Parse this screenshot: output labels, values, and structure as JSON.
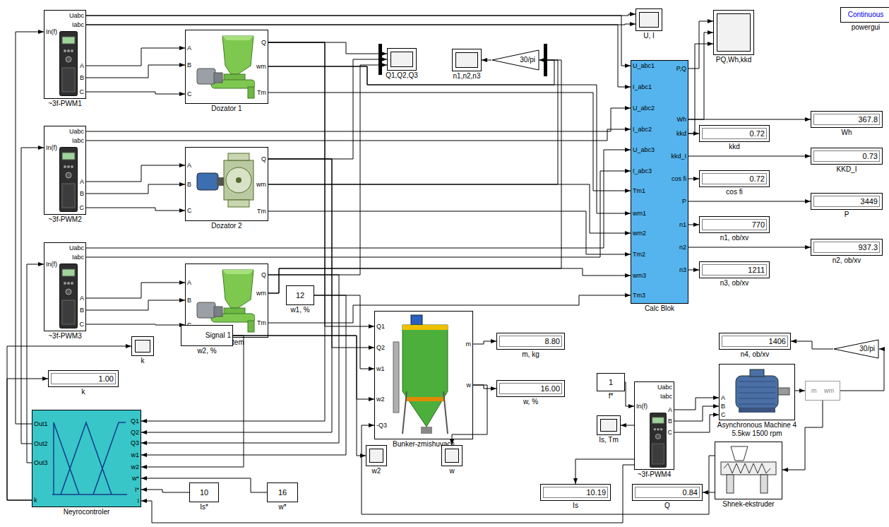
{
  "diagram": {
    "nodes": [
      {
        "text": [
          "Uabc",
          "Iabc",
          "In(f)",
          "A",
          "B",
          "C",
          "~3f-PWM1"
        ]
      },
      {
        "text": [
          "A",
          "B",
          "C",
          "Q",
          "wm",
          "Tm",
          "Dozator 1"
        ]
      },
      {
        "text": [
          "Uabc",
          "Iabc",
          "In(f)",
          "A",
          "B",
          "C",
          "~3f-PWM2"
        ]
      },
      {
        "text": [
          "A",
          "B",
          "C",
          "Q",
          "wm",
          "Tm",
          "Dozator 2"
        ]
      },
      {
        "text": [
          "Uabc",
          "Iabc",
          "In(f)",
          "A",
          "B",
          "C",
          "~3f-PWM3"
        ]
      },
      {
        "text": [
          "A",
          "B",
          "C",
          "Q",
          "wm",
          "Tm",
          "Subsystem"
        ]
      },
      {
        "text": [
          "U, I"
        ]
      },
      {
        "text": [
          "Continuous",
          "powergui"
        ]
      },
      {
        "text": [
          "Q1,Q2,Q3"
        ]
      },
      {
        "text": [
          "n1,n2,n3"
        ]
      },
      {
        "text": [
          "30/pi"
        ]
      },
      {
        "text": [
          "PQ,Wh,kkd"
        ]
      },
      {
        "text": [
          "U_abc1",
          "I_abc1",
          "U_abc2",
          "I_abc2",
          "U_abc3",
          "I_abc3",
          "Tm1",
          "wm1",
          "wm2",
          "Tm2",
          "wm3",
          "Tm3",
          "P,Q",
          "Wh",
          "kkd",
          "kkd_I",
          "cos fi",
          "P",
          "n1",
          "n2",
          "n3",
          "Calc Blok"
        ]
      },
      {
        "text": [
          "367.8",
          "Wh"
        ]
      },
      {
        "text": [
          "0.72",
          "kkd"
        ]
      },
      {
        "text": [
          "0.73",
          "KKD_I"
        ]
      },
      {
        "text": [
          "0.72",
          "cos fi"
        ]
      },
      {
        "text": [
          "3449",
          "P"
        ]
      },
      {
        "text": [
          "770",
          "n1, ob/xv"
        ]
      },
      {
        "text": [
          "937.3",
          "n2, ob/xv"
        ]
      },
      {
        "text": [
          "1211",
          "n3, ob/xv"
        ]
      },
      {
        "text": [
          "k"
        ]
      },
      {
        "text": [
          "1.00",
          "k"
        ]
      },
      {
        "text": [
          "12",
          "w1, %"
        ]
      },
      {
        "text": [
          "Signal 1",
          "w2, %"
        ]
      },
      {
        "text": [
          "Q1",
          "Q2",
          "w1",
          "w2",
          "-Q3",
          "m",
          "w",
          "Bunker-zmishuvach"
        ]
      },
      {
        "text": [
          "8.80",
          "m, kg"
        ]
      },
      {
        "text": [
          "16.00",
          "w, %"
        ]
      },
      {
        "text": [
          "w2"
        ]
      },
      {
        "text": [
          "w"
        ]
      },
      {
        "text": [
          "Out1",
          "Out2",
          "Out3",
          "k",
          "Q1",
          "Q2",
          "Q3",
          "w1",
          "w2",
          "w*",
          "I*",
          "I",
          "Neyrocontroler"
        ]
      },
      {
        "text": [
          "10",
          "Is*"
        ]
      },
      {
        "text": [
          "16",
          "w*"
        ]
      },
      {
        "text": [
          "1",
          "f*"
        ]
      },
      {
        "text": [
          "Uabc",
          "Iabc",
          "In(f)",
          "A",
          "B",
          "C",
          "~3f-PWM4"
        ]
      },
      {
        "text": [
          "A",
          "B",
          "C",
          "Asynchronous Machine 4 5.5kw 1500 rpm"
        ]
      },
      {
        "text": [
          "m",
          "wm"
        ]
      },
      {
        "text": [
          "30/pi"
        ]
      },
      {
        "text": [
          "1406",
          "n4, ob/xv"
        ]
      },
      {
        "text": [
          "Is, Tm"
        ]
      },
      {
        "text": [
          "10.19",
          "Is"
        ]
      },
      {
        "text": [
          "0.84",
          "Q"
        ]
      },
      {
        "text": [
          "Shnek-ekstruder"
        ]
      }
    ],
    "edges": [
      {
        "from": 0,
        "to": 1,
        "arrow": "to"
      },
      {
        "from": 0,
        "to": 1,
        "arrow": "to"
      },
      {
        "from": 0,
        "to": 1,
        "arrow": "to"
      },
      {
        "from": 2,
        "to": 3,
        "arrow": "to"
      },
      {
        "from": 2,
        "to": 3,
        "arrow": "to"
      },
      {
        "from": 2,
        "to": 3,
        "arrow": "to"
      },
      {
        "from": 4,
        "to": 5,
        "arrow": "to"
      },
      {
        "from": 4,
        "to": 5,
        "arrow": "to"
      },
      {
        "from": 4,
        "to": 5,
        "arrow": "to"
      },
      {
        "from": 0,
        "to": 12,
        "arrow": "to"
      },
      {
        "from": 0,
        "to": 12,
        "arrow": "to"
      },
      {
        "from": 0,
        "to": 6,
        "arrow": "to"
      },
      {
        "from": 0,
        "to": 6,
        "arrow": "to"
      },
      {
        "from": 2,
        "to": 12,
        "arrow": "to"
      },
      {
        "from": 2,
        "to": 12,
        "arrow": "to"
      },
      {
        "from": 4,
        "to": 12,
        "arrow": "to"
      },
      {
        "from": 4,
        "to": 12,
        "arrow": "to"
      },
      {
        "from": 1,
        "to": 8,
        "arrow": "to"
      },
      {
        "from": 3,
        "to": 8,
        "arrow": "to"
      },
      {
        "from": 5,
        "to": 8,
        "arrow": "to"
      },
      {
        "from": 1,
        "to": 25,
        "arrow": "to"
      },
      {
        "from": 3,
        "to": 25,
        "arrow": "to"
      },
      {
        "from": 1,
        "to": 30,
        "arrow": "to"
      },
      {
        "from": 3,
        "to": 30,
        "arrow": "to"
      },
      {
        "from": 5,
        "to": 30,
        "arrow": "to"
      },
      {
        "from": 1,
        "to": 12,
        "arrow": "to"
      },
      {
        "from": 1,
        "to": 12,
        "arrow": "to"
      },
      {
        "from": 3,
        "to": 12,
        "arrow": "to"
      },
      {
        "from": 3,
        "to": 12,
        "arrow": "to"
      },
      {
        "from": 5,
        "to": 12,
        "arrow": "to"
      },
      {
        "from": 5,
        "to": 12,
        "arrow": "to"
      },
      {
        "from": 1,
        "to": 10,
        "arrow": "to"
      },
      {
        "from": 3,
        "to": 10,
        "arrow": "to"
      },
      {
        "from": 5,
        "to": 10,
        "arrow": "to"
      },
      {
        "from": 10,
        "to": 9,
        "arrow": "to"
      },
      {
        "from": 12,
        "to": 11,
        "arrow": "to"
      },
      {
        "from": 12,
        "to": 13,
        "arrow": "to"
      },
      {
        "from": 12,
        "to": 11,
        "arrow": "to"
      },
      {
        "from": 12,
        "to": 14,
        "arrow": "to"
      },
      {
        "from": 12,
        "to": 11,
        "arrow": "to"
      },
      {
        "from": 12,
        "to": 15,
        "arrow": "to"
      },
      {
        "from": 12,
        "to": 16,
        "arrow": "to"
      },
      {
        "from": 12,
        "to": 17,
        "arrow": "to"
      },
      {
        "from": 12,
        "to": 18,
        "arrow": "to"
      },
      {
        "from": 12,
        "to": 19,
        "arrow": "to"
      },
      {
        "from": 12,
        "to": 20,
        "arrow": "to"
      },
      {
        "from": 30,
        "to": 0,
        "arrow": "to"
      },
      {
        "from": 30,
        "to": 2,
        "arrow": "to"
      },
      {
        "from": 30,
        "to": 4,
        "arrow": "to"
      },
      {
        "from": 30,
        "to": 22,
        "arrow": "to"
      },
      {
        "from": 30,
        "to": 21,
        "arrow": "to"
      },
      {
        "from": 23,
        "to": 25,
        "arrow": "to"
      },
      {
        "from": 23,
        "to": 30,
        "arrow": "to"
      },
      {
        "from": 24,
        "to": 25,
        "arrow": "to"
      },
      {
        "from": 24,
        "to": 30,
        "arrow": "to"
      },
      {
        "from": 24,
        "to": 28,
        "arrow": "to"
      },
      {
        "from": 31,
        "to": 30,
        "arrow": "to"
      },
      {
        "from": 32,
        "to": 30,
        "arrow": "to"
      },
      {
        "from": 25,
        "to": 26,
        "arrow": "to"
      },
      {
        "from": 25,
        "to": 27,
        "arrow": "to"
      },
      {
        "from": 25,
        "to": 29,
        "arrow": "to"
      },
      {
        "from": 42,
        "to": 25,
        "arrow": "to"
      },
      {
        "from": 42,
        "to": 41,
        "arrow": "to"
      },
      {
        "from": 33,
        "to": 34,
        "arrow": "to"
      },
      {
        "from": 34,
        "to": 35,
        "arrow": "to"
      },
      {
        "from": 34,
        "to": 35,
        "arrow": "to"
      },
      {
        "from": 34,
        "to": 35,
        "arrow": "to"
      },
      {
        "from": 35,
        "to": 36,
        "arrow": "to"
      },
      {
        "from": 36,
        "to": 37,
        "arrow": "to"
      },
      {
        "from": 37,
        "to": 38,
        "arrow": "to"
      },
      {
        "from": 36,
        "to": 42,
        "arrow": "to"
      },
      {
        "from": 34,
        "to": 39,
        "arrow": "to"
      },
      {
        "from": 34,
        "to": 40,
        "arrow": "to"
      },
      {
        "from": 34,
        "to": 30,
        "arrow": "to"
      }
    ]
  }
}
